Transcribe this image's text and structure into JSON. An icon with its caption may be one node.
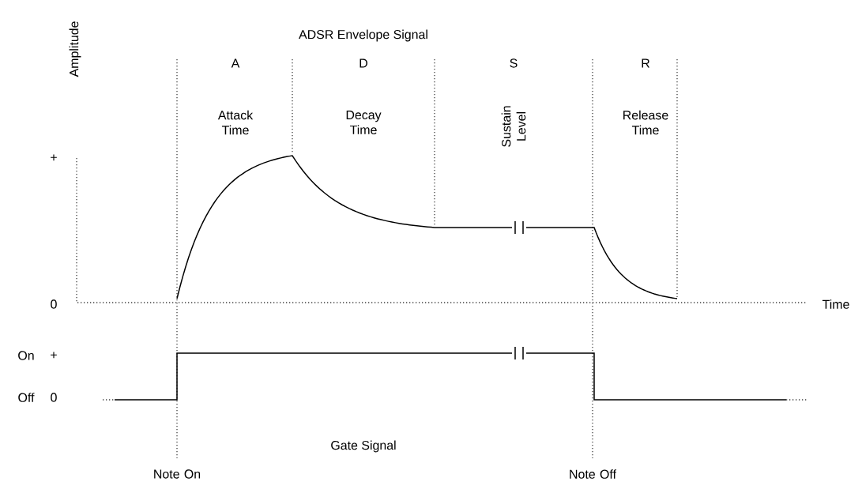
{
  "diagram": {
    "title": "ADSR Envelope Signal",
    "labels": [
      "Amplitude",
      "A",
      "D",
      "S",
      "R",
      "Attack Time",
      "Decay Time",
      "Sustain Level",
      "Release Time",
      "+",
      "0",
      "Time",
      "On",
      "+",
      "Off",
      "0",
      "Gate Signal",
      "Note On",
      "Note Off"
    ]
  }
}
